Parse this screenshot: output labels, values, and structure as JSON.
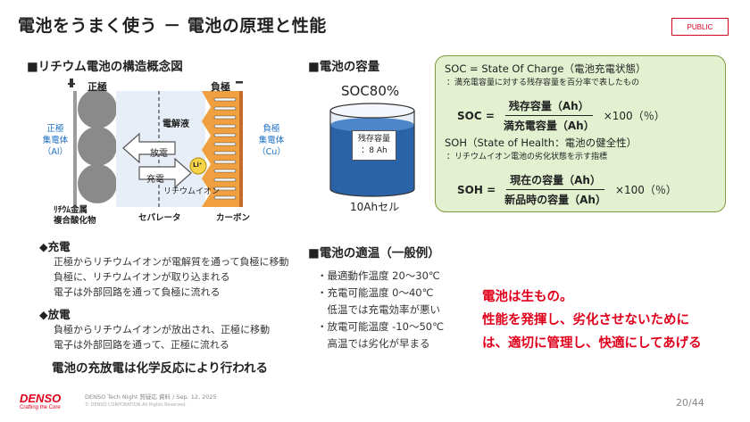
{
  "title": "電池をうまく使う － 電池の原理と性能",
  "badge": "PUBLIC",
  "structure": {
    "heading": "■リチウム電池の構造概念図",
    "positive": "正極",
    "negative": "負極",
    "collector_pos": [
      "正極",
      "集電体",
      "（Al）"
    ],
    "collector_neg": [
      "負極",
      "集電体",
      "（Cu）"
    ],
    "electrolyte": "電解液",
    "discharge": "放電",
    "charge": "充電",
    "li_ion": "リチウムイオン",
    "li_symbol": "Li⁺",
    "cathode_material": [
      "ﾘﾁｳﾑ金属",
      "複合酸化物"
    ],
    "separator": "セパレータ",
    "carbon": "カーボン"
  },
  "charge_section": {
    "heading": "◆充電",
    "lines": [
      "正極からリチウムイオンが電解質を通って負極に移動",
      "負極に、リチウムイオンが取り込まれる",
      "電子は外部回路を通って負極に流れる"
    ]
  },
  "discharge_section": {
    "heading": "◆放電",
    "lines": [
      "負極からリチウムイオンが放出され、正極に移動",
      "電子は外部回路を通って、正極に流れる"
    ]
  },
  "summary": "電池の充放電は化学反応により行われる",
  "capacity": {
    "heading": "■電池の容量",
    "soc_label": "SOC80%",
    "remaining": [
      "残存容量",
      "：8 Ah"
    ],
    "cell": "10Ahセル"
  },
  "definitions": {
    "soc_title": "SOC = State Of Charge（電池充電状態）",
    "soc_desc": "：満充電容量に対する残存容量を百分率で表したもの",
    "soc_lhs": "SOC =",
    "soc_num": "残存容量（Ah）",
    "soc_den": "満充電容量（Ah）",
    "soc_mult": "×100（％）",
    "soh_title": "SOH（State of Health：電池の健全性）",
    "soh_desc": "：リチウムイオン電池の劣化状態を示す指標",
    "soh_lhs": "SOH =",
    "soh_num": "現在の容量（Ah）",
    "soh_den": "新品時の容量（Ah）",
    "soh_mult": "×100（％）"
  },
  "temperature": {
    "heading": "■電池の適温（一般例）",
    "lines": [
      "・最適動作温度 20～30℃",
      "・充電可能温度 0～40℃",
      "　低温では充電効率が悪い",
      "・放電可能温度 -10～50℃",
      "　高温では劣化が早まる"
    ]
  },
  "callout": [
    "電池は生もの。",
    "性能を発揮し、劣化させないために",
    "は、適切に管理し、快適にしてあげる"
  ],
  "footer": {
    "logo": "DENSO",
    "tagline": "Crafting the Core",
    "event": "DENSO Tech Night 質疑応 資料 / Sep. 12, 2025",
    "copyright": "© DENSO CORPORATION All Rights Reserved.",
    "page": "20/44"
  },
  "colors": {
    "accent_red": "#e0001b",
    "green_box": "#e3f1d1",
    "blue_text": "#1a6fc4",
    "orange": "#f0a040"
  }
}
